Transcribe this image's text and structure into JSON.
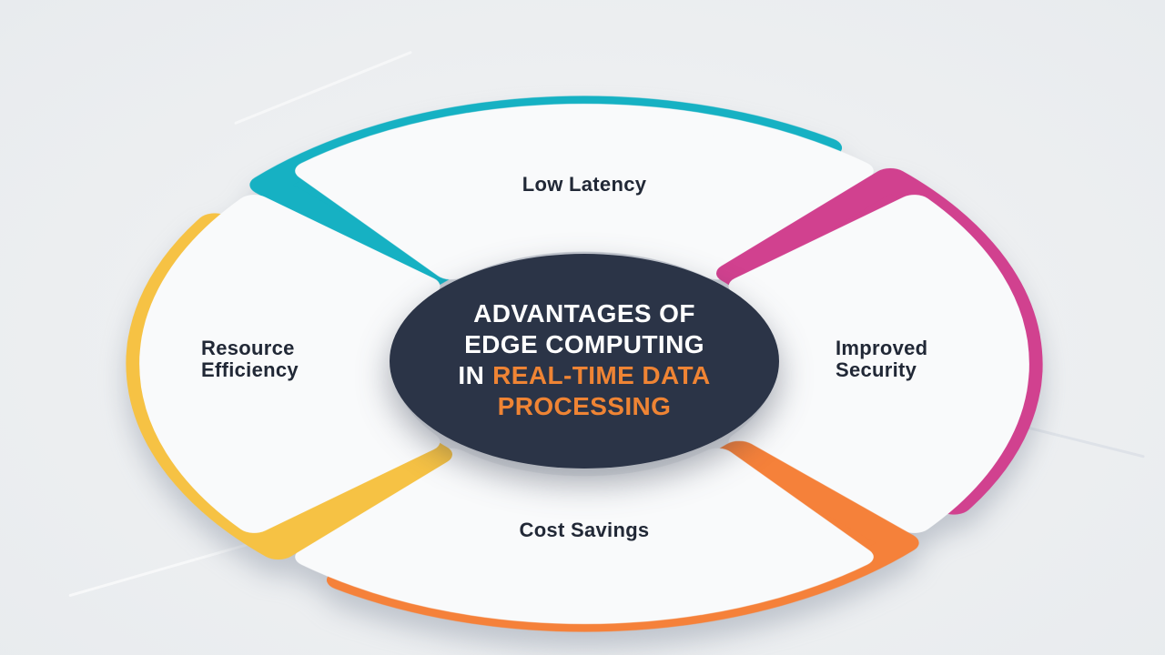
{
  "page": {
    "background_color": "#edeff1"
  },
  "infographic": {
    "center": {
      "line1": "ADVANTAGES OF",
      "line2": "EDGE COMPUTING",
      "line3_prefix": "IN",
      "line3_highlight": "REAL-TIME DATA",
      "line4_highlight": "PROCESSING",
      "bg_color": "#2b3447",
      "text_color": "#ffffff",
      "highlight_color": "#ef8434"
    },
    "segments": [
      {
        "label": "Low Latency",
        "position": "top",
        "accent_color": "#16b1c3"
      },
      {
        "label": "Improved Security",
        "position": "right",
        "accent_color": "#d1418f"
      },
      {
        "label": "Cost Savings",
        "position": "bottom",
        "accent_color": "#f5813a"
      },
      {
        "label": "Resource Efficiency",
        "position": "left",
        "accent_color": "#f6c244"
      }
    ],
    "petal_color": "#f9fafb",
    "label_color": "#212836"
  }
}
